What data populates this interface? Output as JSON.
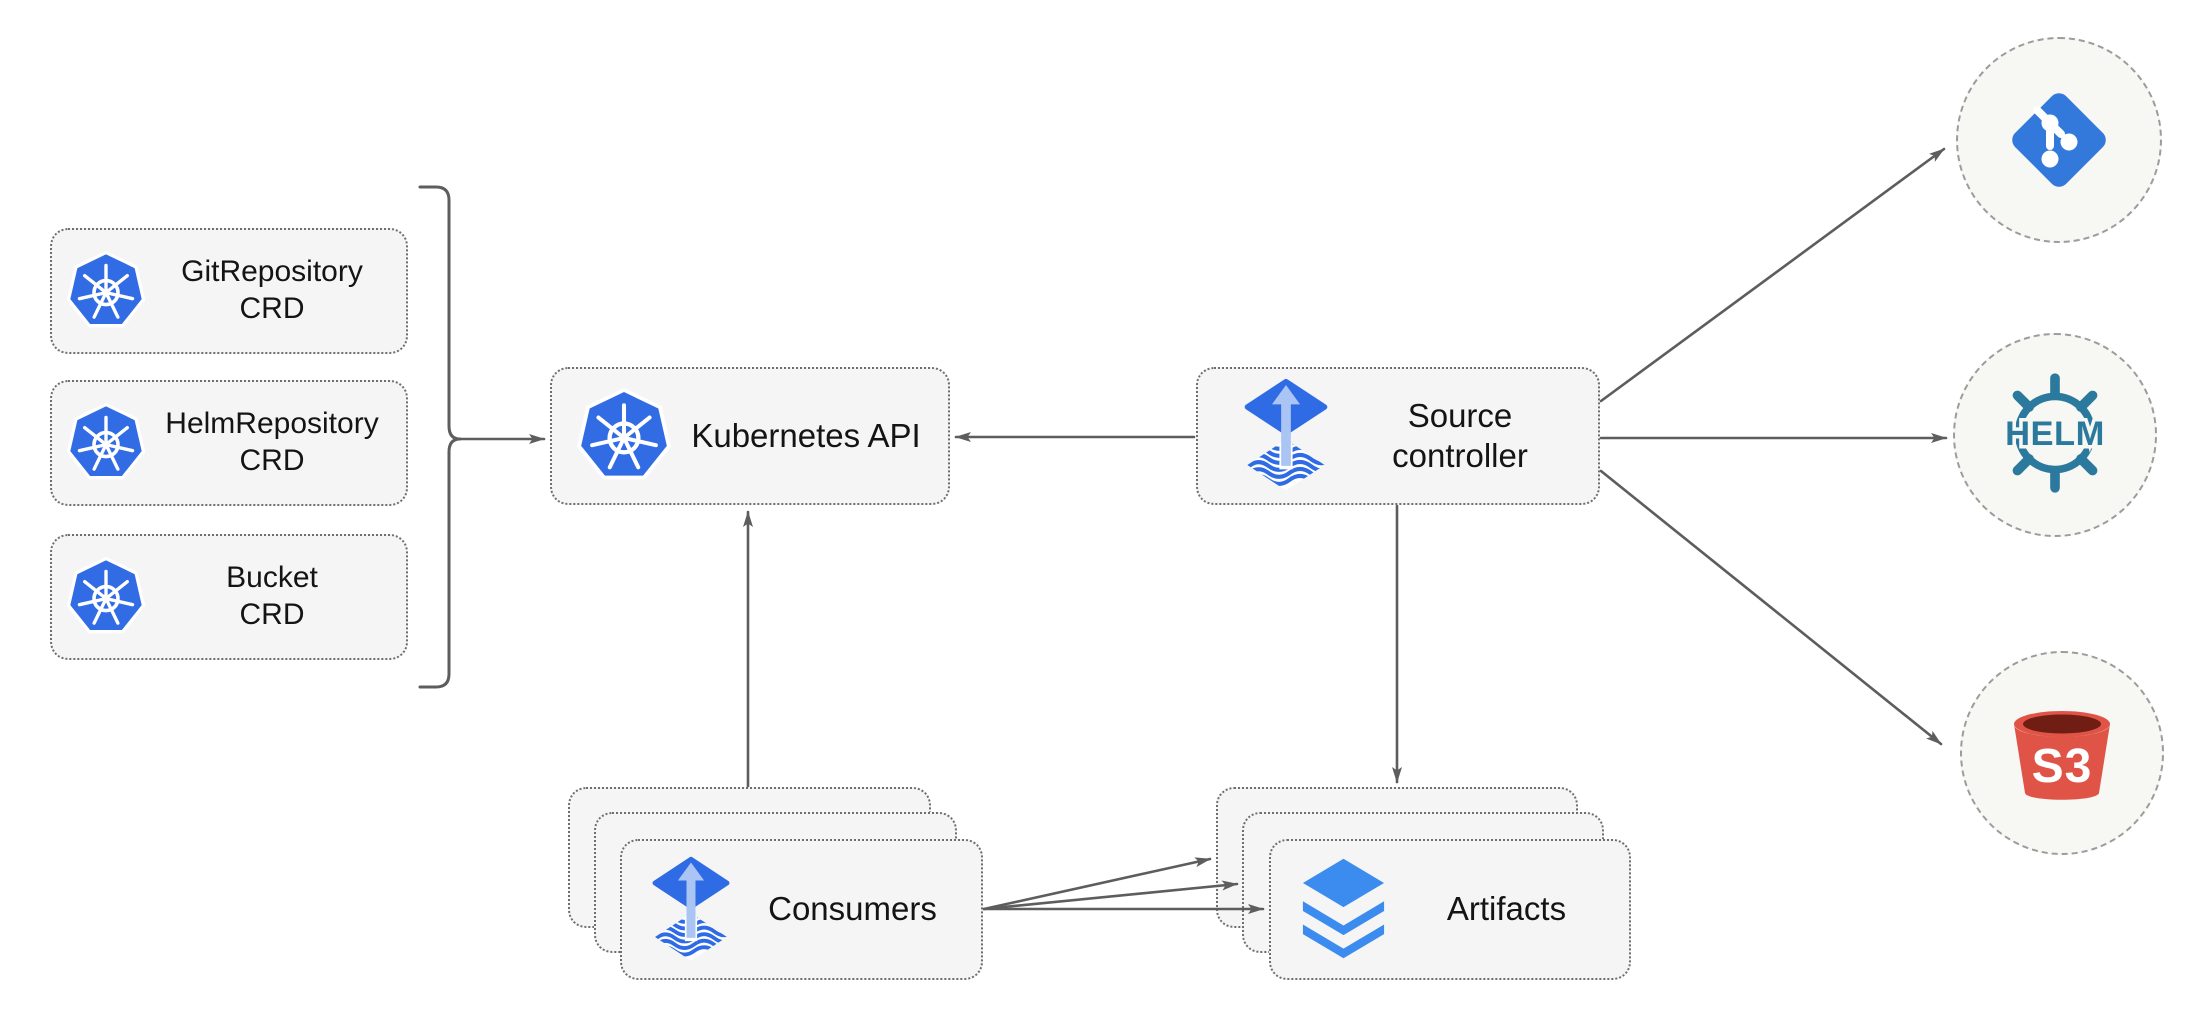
{
  "diagram": {
    "colors": {
      "box_fill": "#F5F5F5",
      "box_border": "#6e6e6e",
      "circle_fill": "#F7F7F4",
      "circle_border": "#9c9c9c",
      "arrow": "#5d5d5d",
      "text": "#141414",
      "kubernetes_blue": "#326CE5",
      "flux_blue": "#2F6BE4",
      "flux_light_arrow": "#AAC4F4",
      "layers_blue": "#3C8CEF",
      "git_blue": "#3379DC",
      "helm_teal": "#2B7A9E",
      "s3_red": "#DF5447",
      "s3_dark_red": "#701E13"
    },
    "nodes": {
      "crd_boxes": [
        {
          "id": "gitrepository-crd",
          "label": "GitRepository\nCRD",
          "icon": "kubernetes-icon"
        },
        {
          "id": "helmrepository-crd",
          "label": "HelmRepository\nCRD",
          "icon": "kubernetes-icon"
        },
        {
          "id": "bucket-crd",
          "label": "Bucket\nCRD",
          "icon": "kubernetes-icon"
        }
      ],
      "kubernetes_api": {
        "label": "Kubernetes API",
        "icon": "kubernetes-icon"
      },
      "source_controller": {
        "label": "Source\ncontroller",
        "icon": "flux-icon"
      },
      "consumers": {
        "label": "Consumers",
        "icon": "flux-icon",
        "stack_count": 3
      },
      "artifacts": {
        "label": "Artifacts",
        "icon": "layers-icon",
        "stack_count": 3
      },
      "git_endpoint": {
        "icon": "git-icon"
      },
      "helm_endpoint": {
        "icon": "helm-icon",
        "logo_text": "HELM"
      },
      "s3_endpoint": {
        "icon": "s3-bucket-icon",
        "logo_text": "S3"
      }
    },
    "edges": [
      {
        "from": "crd-boxes-bracket",
        "to": "kubernetes-api"
      },
      {
        "from": "source-controller",
        "to": "kubernetes-api"
      },
      {
        "from": "consumers",
        "to": "kubernetes-api"
      },
      {
        "from": "source-controller",
        "to": "artifacts"
      },
      {
        "from": "source-controller",
        "to": "git-endpoint"
      },
      {
        "from": "source-controller",
        "to": "helm-endpoint"
      },
      {
        "from": "source-controller",
        "to": "s3-endpoint"
      },
      {
        "from": "consumers",
        "to": "artifacts-back"
      },
      {
        "from": "consumers",
        "to": "artifacts-middle"
      },
      {
        "from": "consumers",
        "to": "artifacts-front"
      }
    ]
  }
}
